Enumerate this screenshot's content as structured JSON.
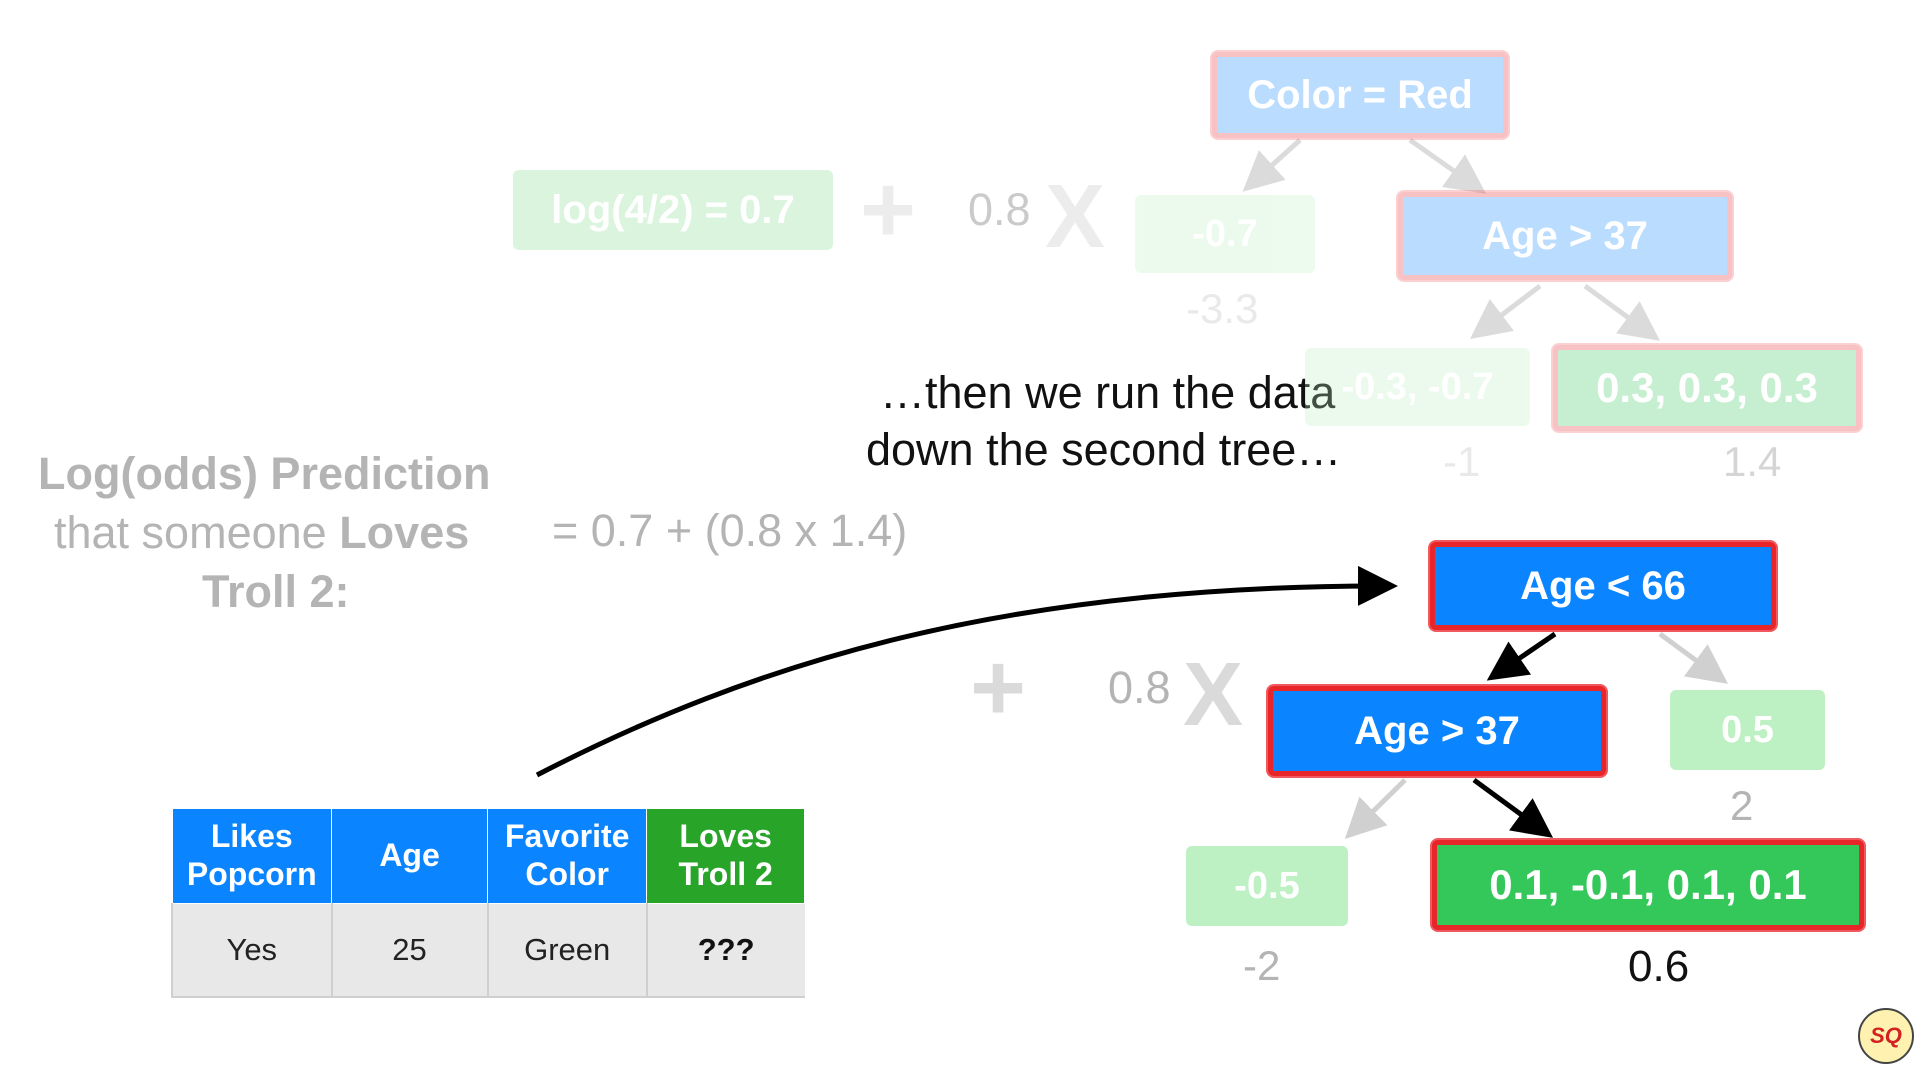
{
  "prediction": {
    "line1": "Log(odds) Prediction",
    "line2_pre": "that someone ",
    "line2_bold": "Loves",
    "line3": "Troll 2:",
    "equation": "= 0.7 + (0.8 x 1.4)"
  },
  "caption": {
    "line1": "…then we run the data",
    "line2": "down the second tree…"
  },
  "first_term": {
    "initial": "log(4/2) = 0.7",
    "plus": "+",
    "rate": "0.8",
    "times": "X"
  },
  "tree1": {
    "root": "Color = Red",
    "left_leaf": "-0.7",
    "left_value": "-3.3",
    "inner": "Age > 37",
    "inner_left_leaf": "-0.3, -0.7",
    "inner_left_value": "-1",
    "inner_right_leaf": "0.3, 0.3, 0.3",
    "inner_right_value": "1.4"
  },
  "second_term": {
    "plus": "+",
    "rate": "0.8",
    "times": "X"
  },
  "tree2": {
    "root": "Age < 66",
    "right_leaf": "0.5",
    "right_value": "2",
    "inner": "Age > 37",
    "inner_left_leaf": "-0.5",
    "inner_left_value": "-2",
    "inner_right_leaf": "0.1, -0.1, 0.1, 0.1",
    "inner_right_value": "0.6"
  },
  "table": {
    "headers": [
      "Likes Popcorn",
      "Age",
      "Favorite Color",
      "Loves Troll 2"
    ],
    "row": [
      "Yes",
      "25",
      "Green",
      "???"
    ]
  },
  "colors": {
    "node_blue": "#0a84ff",
    "leaf_green": "#34c759",
    "highlight_red": "#e8262a",
    "target_green": "#28a428"
  },
  "logo_icon": "statquest-logo"
}
